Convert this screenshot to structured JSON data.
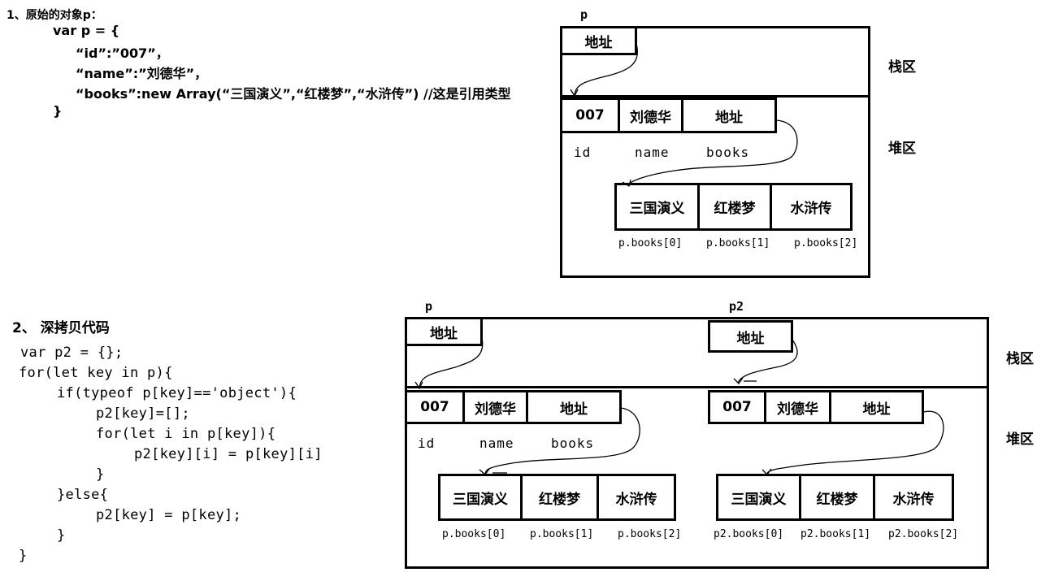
{
  "section1": {
    "title": "1、原始的对象p：",
    "code": [
      "var p = {",
      "“id”:”007”，",
      "“name”:”刘德华”，",
      "“books”:new Array(“三国演义”,“红楼梦”,“水浒传”) //这是引用类型",
      "}"
    ]
  },
  "section2": {
    "title": "2、 深拷贝代码",
    "code": [
      "var p2 = {};",
      "for(let key in p){",
      "if(typeof p[key]=='object'){",
      "p2[key]=[];",
      "for(let i in p[key]){",
      "p2[key][i] = p[key][i]",
      "}",
      "}else{",
      "p2[key] = p[key];",
      "}",
      "}"
    ]
  },
  "diagram1": {
    "var_label": "p",
    "stack_label": "栈区",
    "heap_label": "堆区",
    "address": "地址",
    "object_cells": [
      "007",
      "刘德华",
      "地址"
    ],
    "field_names": [
      "id",
      "name",
      "books"
    ],
    "array_cells": [
      "三国演义",
      "红楼梦",
      "水浒传"
    ],
    "array_indices": [
      "p.books[0]",
      "p.books[1]",
      "p.books[2]"
    ]
  },
  "diagram2": {
    "var_label_p": "p",
    "var_label_p2": "p2",
    "stack_label": "栈区",
    "heap_label": "堆区",
    "address_p": "地址",
    "address_p2": "地址",
    "object_cells_p": [
      "007",
      "刘德华",
      "地址"
    ],
    "object_cells_p2": [
      "007",
      "刘德华",
      "地址"
    ],
    "field_names": [
      "id",
      "name",
      "books"
    ],
    "array_cells_p": [
      "三国演义",
      "红楼梦",
      "水浒传"
    ],
    "array_cells_p2": [
      "三国演义",
      "红楼梦",
      "水浒传"
    ],
    "array_indices_p": [
      "p.books[0]",
      "p.books[1]",
      "p.books[2]"
    ],
    "array_indices_p2": [
      "p2.books[0]",
      "p2.books[1]",
      "p2.books[2]"
    ]
  }
}
